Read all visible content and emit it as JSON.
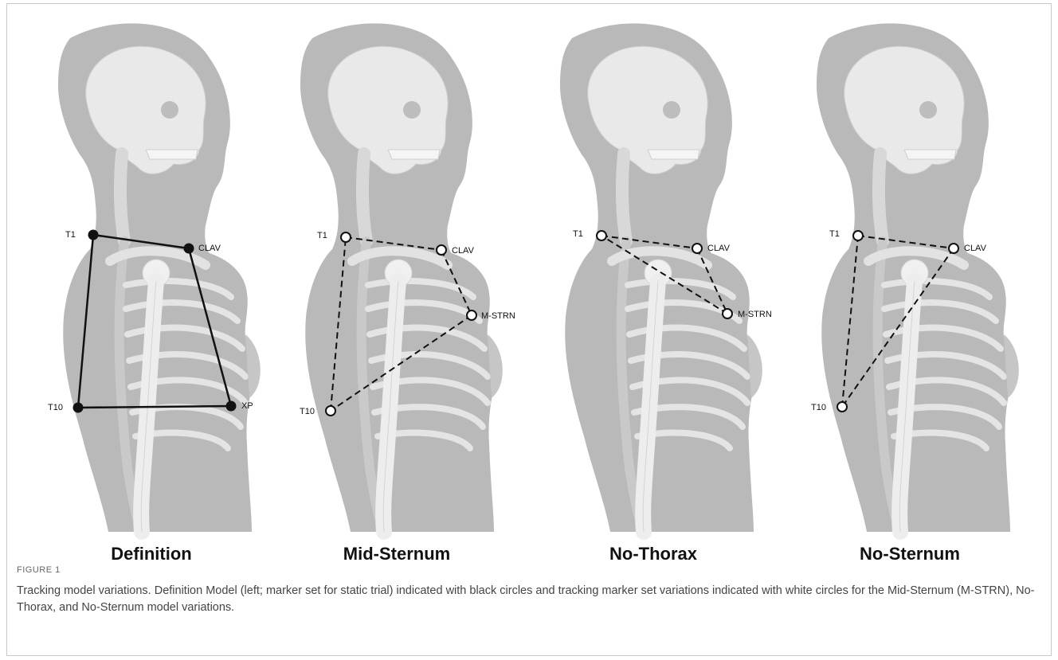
{
  "panels": [
    {
      "title": "Definition",
      "style": "solid",
      "markers": [
        {
          "name": "T1",
          "fill": "#111111"
        },
        {
          "name": "CLAV",
          "fill": "#111111"
        },
        {
          "name": "T10",
          "fill": "#111111"
        },
        {
          "name": "XP",
          "fill": "#111111"
        }
      ]
    },
    {
      "title": "Mid-Sternum",
      "style": "dashed",
      "markers": [
        {
          "name": "T1",
          "fill": "#ffffff"
        },
        {
          "name": "CLAV",
          "fill": "#ffffff"
        },
        {
          "name": "M-STRN",
          "fill": "#ffffff"
        },
        {
          "name": "T10",
          "fill": "#ffffff"
        }
      ]
    },
    {
      "title": "No-Thorax",
      "style": "dashed",
      "markers": [
        {
          "name": "T1",
          "fill": "#ffffff"
        },
        {
          "name": "CLAV",
          "fill": "#ffffff"
        },
        {
          "name": "M-STRN",
          "fill": "#ffffff"
        }
      ]
    },
    {
      "title": "No-Sternum",
      "style": "dashed",
      "markers": [
        {
          "name": "T1",
          "fill": "#ffffff"
        },
        {
          "name": "CLAV",
          "fill": "#ffffff"
        },
        {
          "name": "T10",
          "fill": "#ffffff"
        }
      ]
    }
  ],
  "figure": {
    "label": "FIGURE 1",
    "caption": "Tracking model variations. Definition Model (left; marker set for static trial) indicated with black circles and tracking marker set variations indicated with white circles for the Mid-Sternum (M-STRN), No-Thorax, and No-Sternum model variations."
  }
}
